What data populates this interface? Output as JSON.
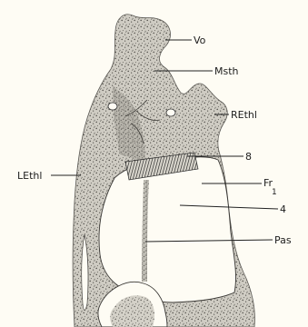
{
  "figure": {
    "labels": {
      "vo": "Vo",
      "msth": "Msth",
      "rethl": "REthl",
      "eight": "8",
      "fr": "Fr",
      "fr_sub": "1",
      "four": "4",
      "pas": "Pas",
      "lethl": "LEthl"
    },
    "colors": {
      "paper": "#fefcf4",
      "tissue": "#c9c6bd",
      "stipple": "#5a5853",
      "ink": "#1c1c1c"
    }
  }
}
